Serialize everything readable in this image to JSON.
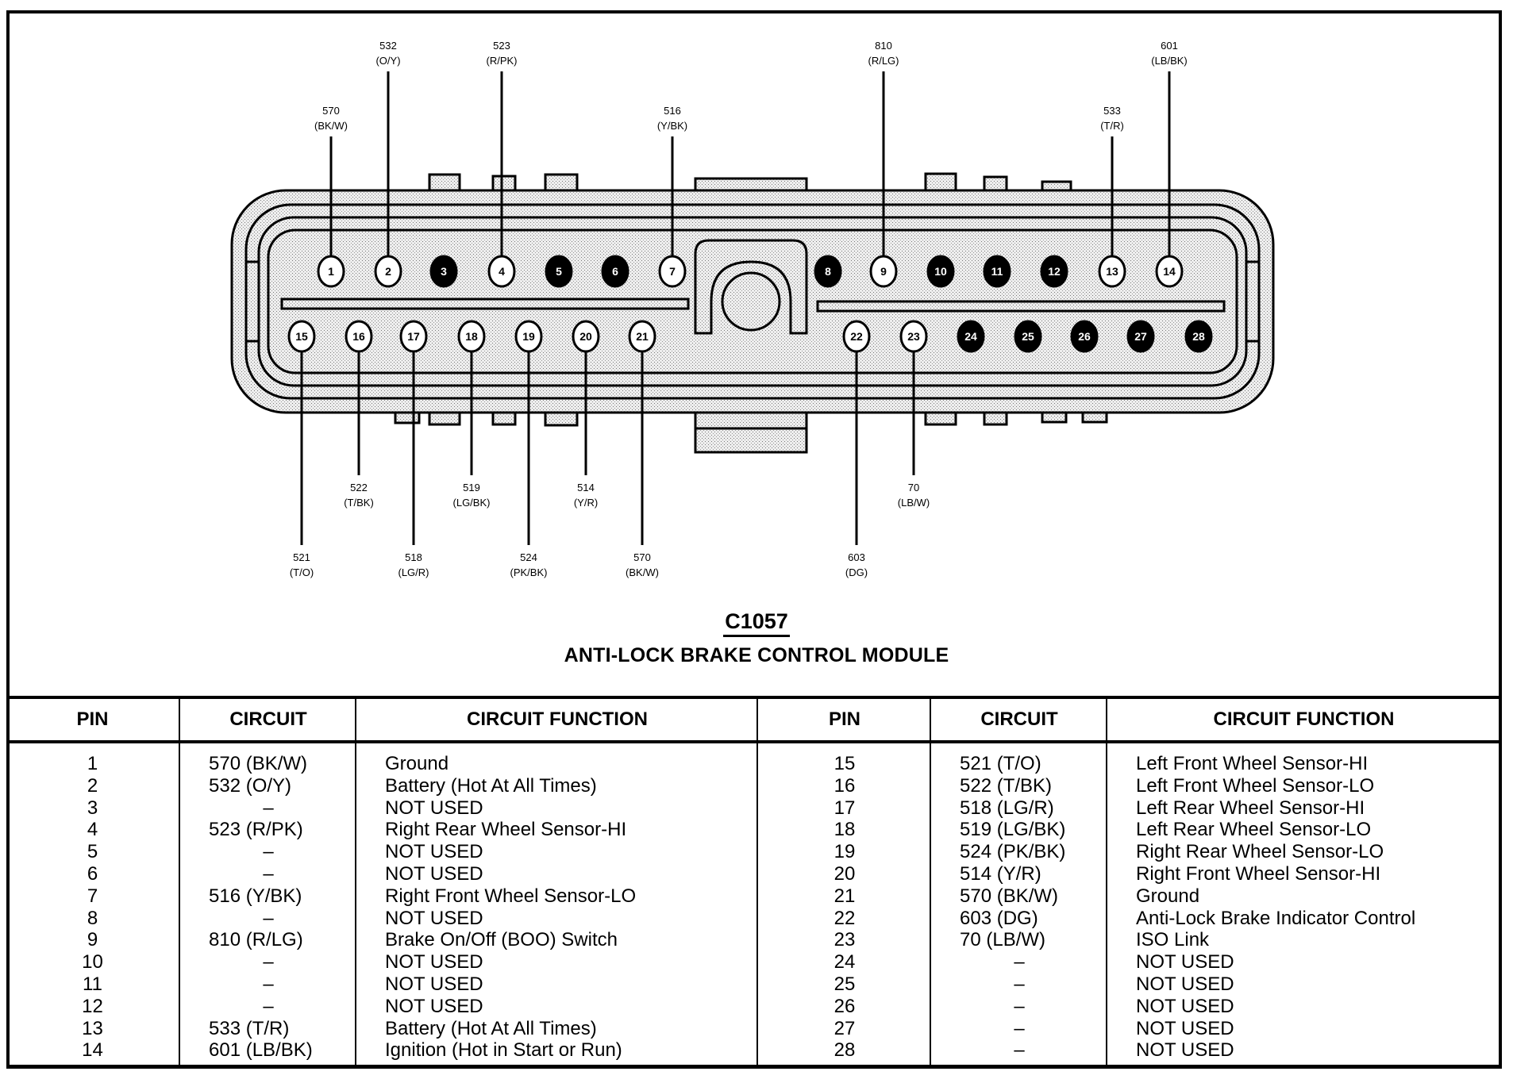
{
  "connector": {
    "id": "C1057",
    "name": "ANTI-LOCK BRAKE CONTROL MODULE"
  },
  "pins": [
    {
      "pin": "1",
      "used": true,
      "wire": "570",
      "color": "(BK/W)"
    },
    {
      "pin": "2",
      "used": true,
      "wire": "532",
      "color": "(O/Y)"
    },
    {
      "pin": "3",
      "used": false
    },
    {
      "pin": "4",
      "used": true,
      "wire": "523",
      "color": "(R/PK)"
    },
    {
      "pin": "5",
      "used": false
    },
    {
      "pin": "6",
      "used": false
    },
    {
      "pin": "7",
      "used": true,
      "wire": "516",
      "color": "(Y/BK)"
    },
    {
      "pin": "8",
      "used": false
    },
    {
      "pin": "9",
      "used": true,
      "wire": "810",
      "color": "(R/LG)"
    },
    {
      "pin": "10",
      "used": false
    },
    {
      "pin": "11",
      "used": false
    },
    {
      "pin": "12",
      "used": false
    },
    {
      "pin": "13",
      "used": true,
      "wire": "533",
      "color": "(T/R)"
    },
    {
      "pin": "14",
      "used": true,
      "wire": "601",
      "color": "(LB/BK)"
    },
    {
      "pin": "15",
      "used": true,
      "wire": "521",
      "color": "(T/O)"
    },
    {
      "pin": "16",
      "used": true,
      "wire": "522",
      "color": "(T/BK)"
    },
    {
      "pin": "17",
      "used": true,
      "wire": "518",
      "color": "(LG/R)"
    },
    {
      "pin": "18",
      "used": true,
      "wire": "519",
      "color": "(LG/BK)"
    },
    {
      "pin": "19",
      "used": true,
      "wire": "524",
      "color": "(PK/BK)"
    },
    {
      "pin": "20",
      "used": true,
      "wire": "514",
      "color": "(Y/R)"
    },
    {
      "pin": "21",
      "used": true,
      "wire": "570",
      "color": "(BK/W)"
    },
    {
      "pin": "22",
      "used": true,
      "wire": "603",
      "color": "(DG)"
    },
    {
      "pin": "23",
      "used": true,
      "wire": "70",
      "color": "(LB/W)"
    },
    {
      "pin": "24",
      "used": false
    },
    {
      "pin": "25",
      "used": false
    },
    {
      "pin": "26",
      "used": false
    },
    {
      "pin": "27",
      "used": false
    },
    {
      "pin": "28",
      "used": false
    }
  ],
  "table": {
    "headers": [
      "PIN",
      "CIRCUIT",
      "CIRCUIT FUNCTION",
      "PIN",
      "CIRCUIT",
      "CIRCUIT FUNCTION"
    ],
    "left": [
      {
        "pin": "1",
        "circuit": "570 (BK/W)",
        "function": "Ground"
      },
      {
        "pin": "2",
        "circuit": "532 (O/Y)",
        "function": "Battery (Hot At All Times)"
      },
      {
        "pin": "3",
        "circuit": "–",
        "function": "NOT USED"
      },
      {
        "pin": "4",
        "circuit": "523 (R/PK)",
        "function": "Right Rear Wheel Sensor-HI"
      },
      {
        "pin": "5",
        "circuit": "–",
        "function": "NOT USED"
      },
      {
        "pin": "6",
        "circuit": "–",
        "function": "NOT USED"
      },
      {
        "pin": "7",
        "circuit": "516 (Y/BK)",
        "function": "Right Front Wheel Sensor-LO"
      },
      {
        "pin": "8",
        "circuit": "–",
        "function": "NOT USED"
      },
      {
        "pin": "9",
        "circuit": "810 (R/LG)",
        "function": "Brake On/Off (BOO) Switch"
      },
      {
        "pin": "10",
        "circuit": "–",
        "function": "NOT USED"
      },
      {
        "pin": "11",
        "circuit": "–",
        "function": "NOT USED"
      },
      {
        "pin": "12",
        "circuit": "–",
        "function": "NOT USED"
      },
      {
        "pin": "13",
        "circuit": "533 (T/R)",
        "function": "Battery (Hot At All Times)"
      },
      {
        "pin": "14",
        "circuit": "601 (LB/BK)",
        "function": "Ignition (Hot in Start or Run)"
      }
    ],
    "right": [
      {
        "pin": "15",
        "circuit": "521 (T/O)",
        "function": "Left Front Wheel Sensor-HI"
      },
      {
        "pin": "16",
        "circuit": "522 (T/BK)",
        "function": "Left Front Wheel Sensor-LO"
      },
      {
        "pin": "17",
        "circuit": "518 (LG/R)",
        "function": "Left Rear Wheel Sensor-HI"
      },
      {
        "pin": "18",
        "circuit": "519 (LG/BK)",
        "function": "Left Rear Wheel Sensor-LO"
      },
      {
        "pin": "19",
        "circuit": "524 (PK/BK)",
        "function": "Right Rear Wheel Sensor-LO"
      },
      {
        "pin": "20",
        "circuit": "514 (Y/R)",
        "function": "Right Front Wheel Sensor-HI"
      },
      {
        "pin": "21",
        "circuit": "570 (BK/W)",
        "function": "Ground"
      },
      {
        "pin": "22",
        "circuit": "603 (DG)",
        "function": "Anti-Lock Brake Indicator Control"
      },
      {
        "pin": "23",
        "circuit": "70 (LB/W)",
        "function": "ISO Link"
      },
      {
        "pin": "24",
        "circuit": "–",
        "function": "NOT USED"
      },
      {
        "pin": "25",
        "circuit": "–",
        "function": "NOT USED"
      },
      {
        "pin": "26",
        "circuit": "–",
        "function": "NOT USED"
      },
      {
        "pin": "27",
        "circuit": "–",
        "function": "NOT USED"
      },
      {
        "pin": "28",
        "circuit": "–",
        "function": "NOT USED"
      }
    ]
  }
}
